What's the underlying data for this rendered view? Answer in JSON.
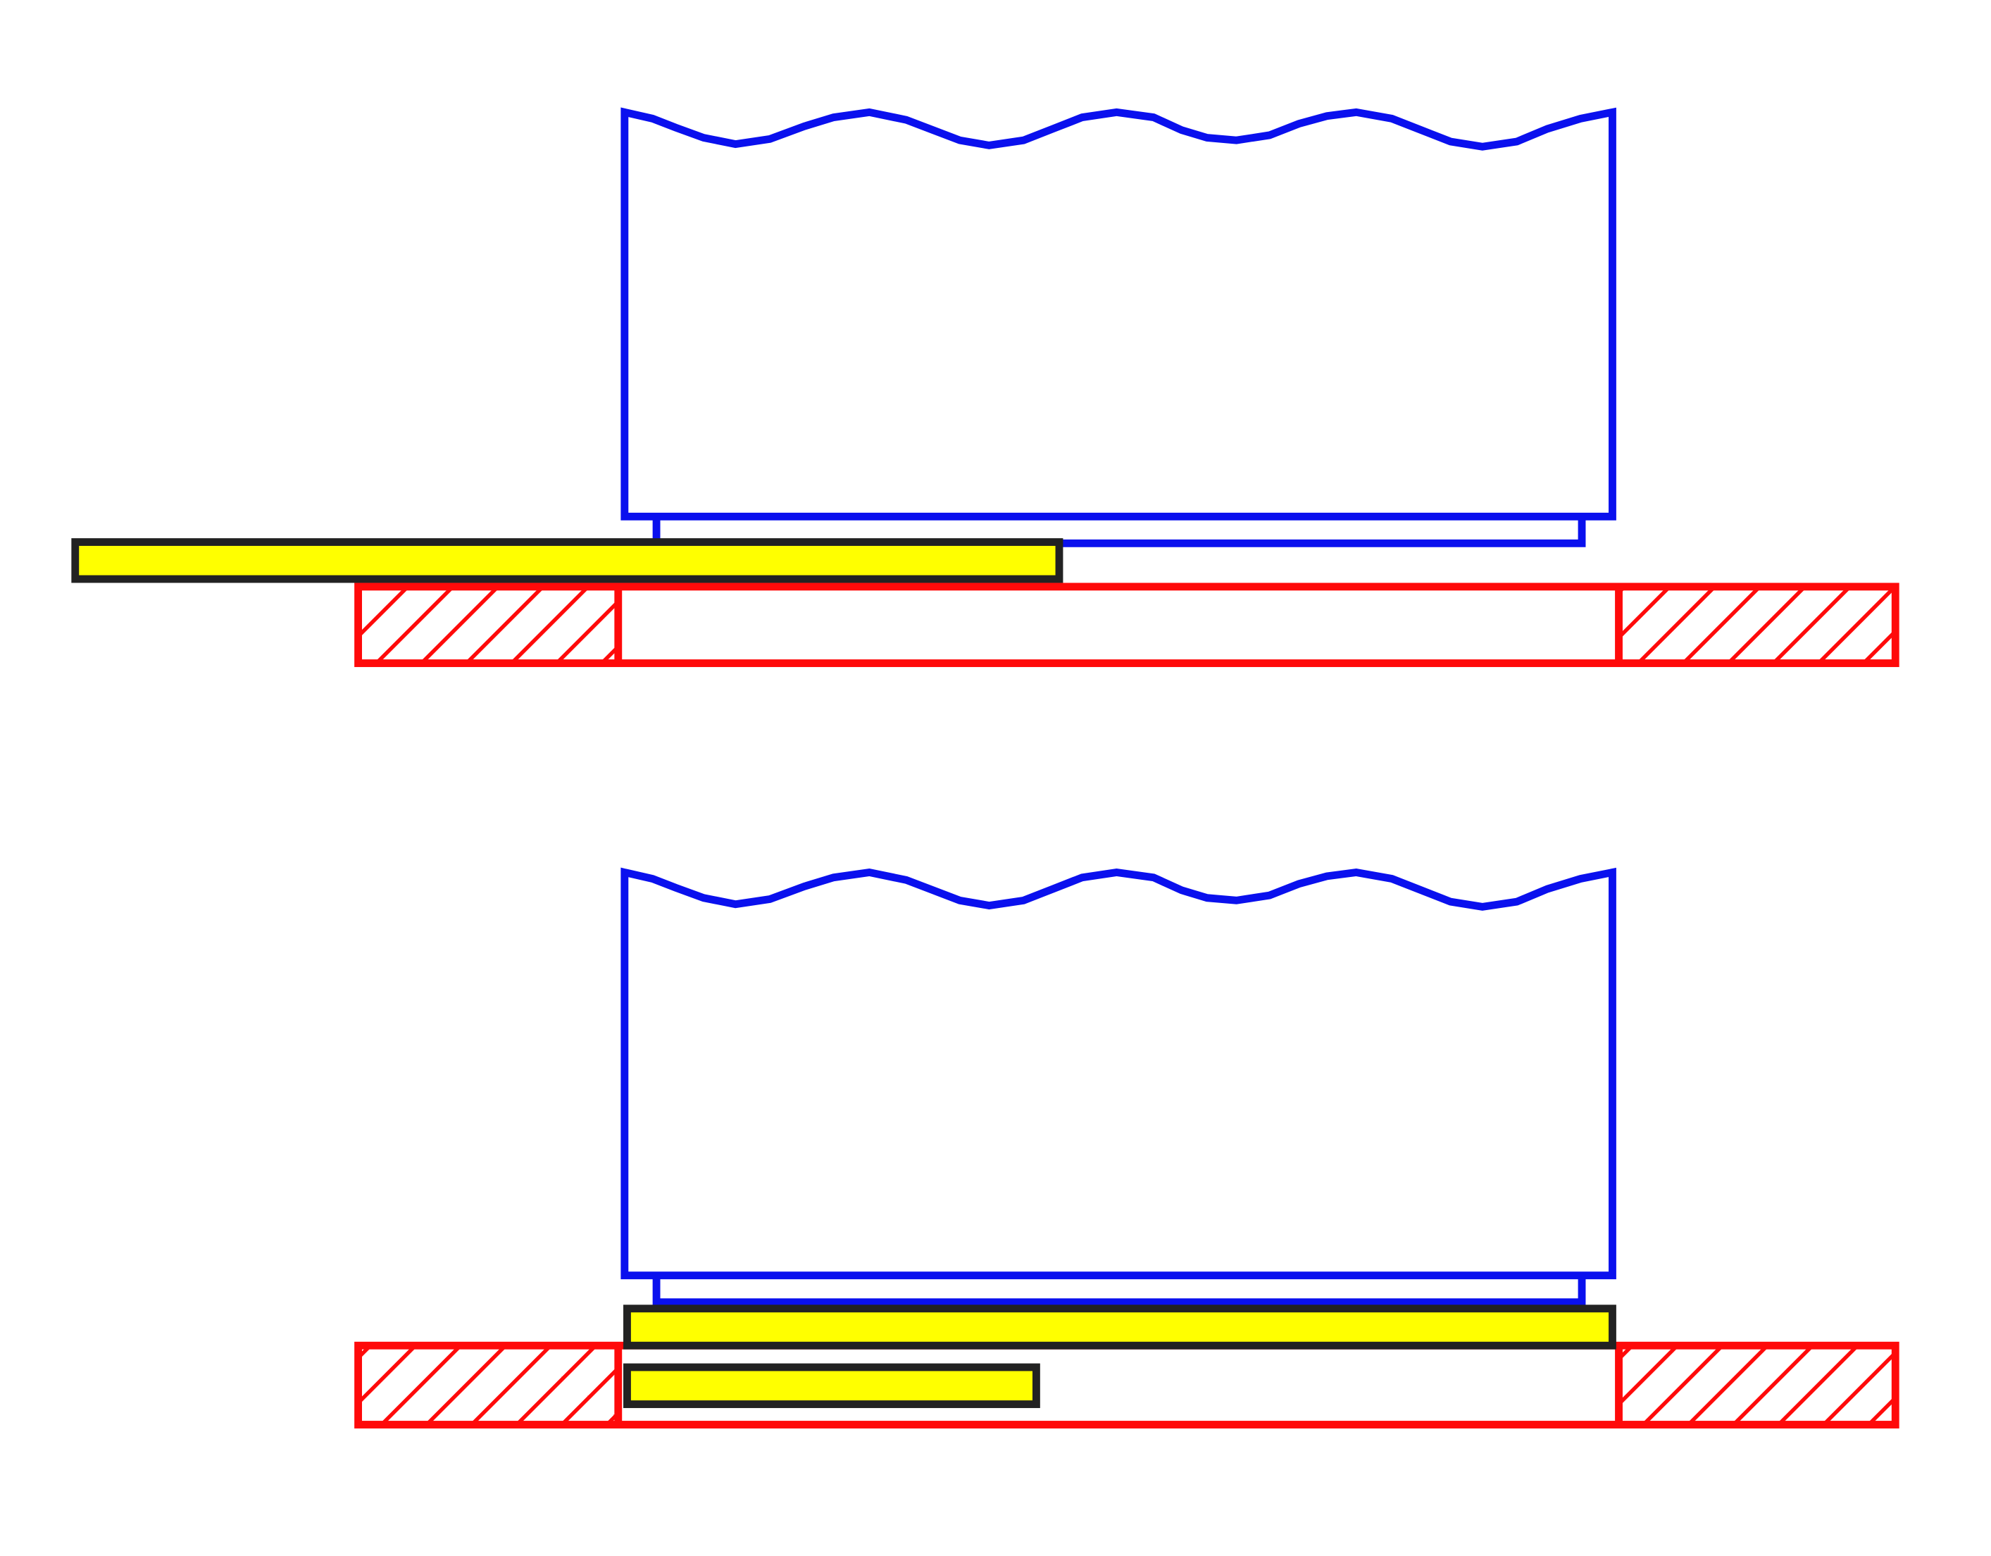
{
  "diagram": {
    "colors": {
      "background": "#ffffff",
      "body_outline": "#0a10ee",
      "frame_outline": "#ff0a0a",
      "hatch": "#ff0a0a",
      "plate_fill": "#ffff00",
      "plate_outline": "#222222"
    },
    "panels": [
      {
        "name": "top-panel",
        "plates": [
          "plate-extended"
        ]
      },
      {
        "name": "bottom-panel",
        "plates": [
          "plate-upper",
          "plate-lower"
        ]
      }
    ]
  }
}
